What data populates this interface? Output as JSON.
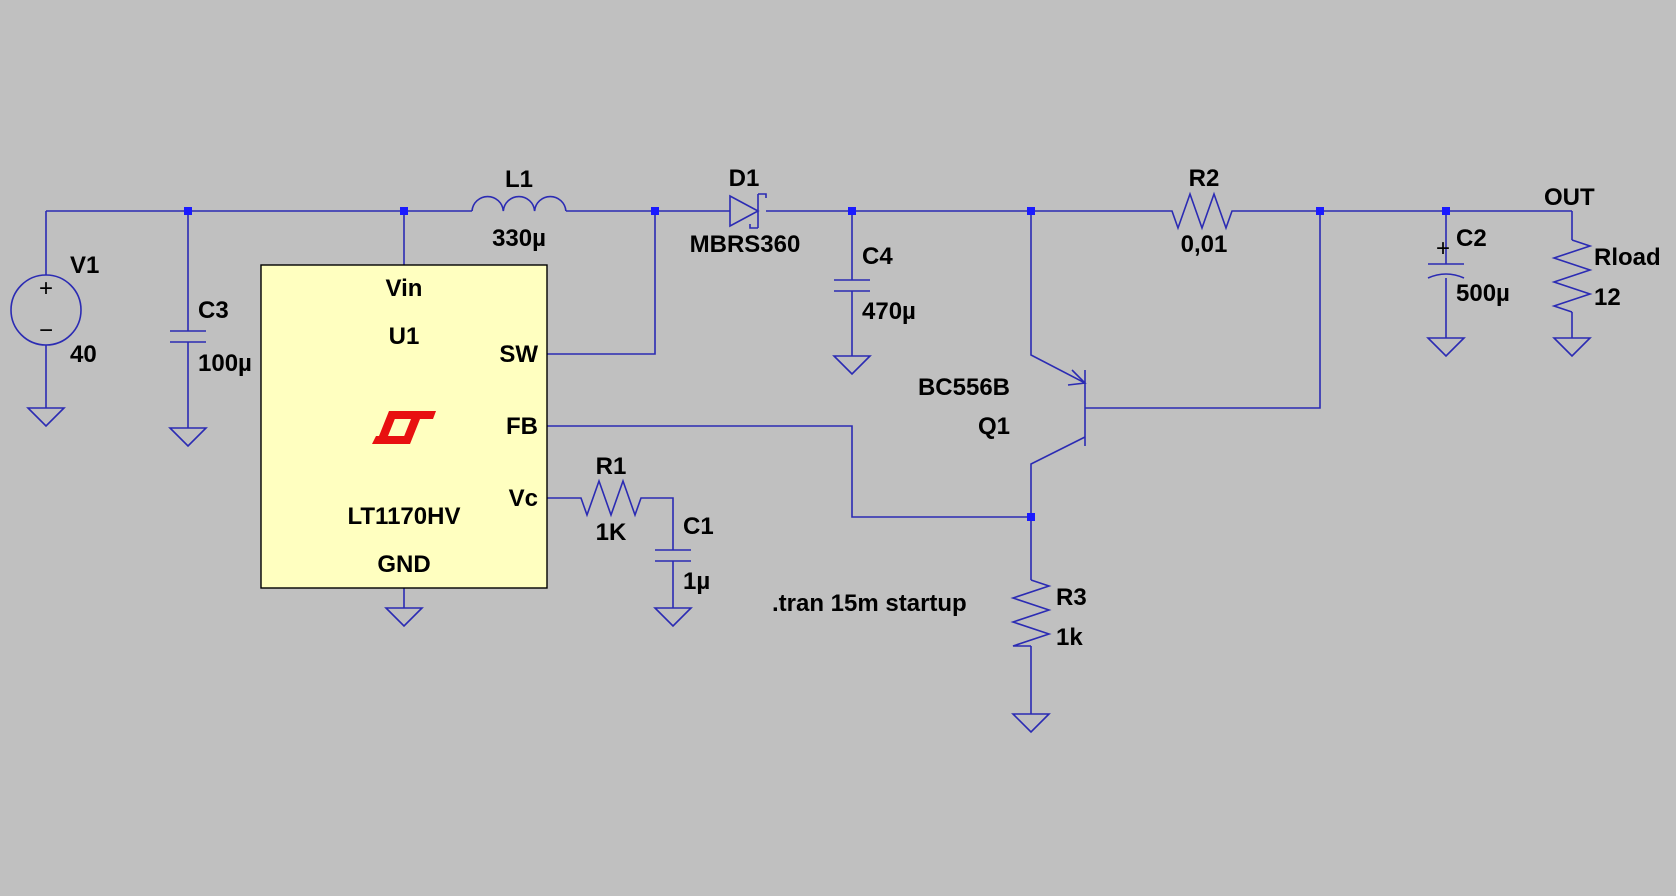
{
  "colors": {
    "background": "#c0c0c0",
    "wire": "#2b2bb3",
    "junction": "#1a1aff",
    "ic_fill": "#ffffc0",
    "logo": "#e81010"
  },
  "components": {
    "V1": {
      "name": "V1",
      "value": "40"
    },
    "C3": {
      "name": "C3",
      "value": "100µ"
    },
    "L1": {
      "name": "L1",
      "value": "330µ"
    },
    "D1": {
      "name": "D1",
      "value": "MBRS360"
    },
    "C4": {
      "name": "C4",
      "value": "470µ"
    },
    "R2": {
      "name": "R2",
      "value": "0,01"
    },
    "C2": {
      "name": "C2",
      "value": "500µ"
    },
    "Rload": {
      "name": "Rload",
      "value": "12"
    },
    "Q1": {
      "name": "Q1",
      "value": "BC556B"
    },
    "R1": {
      "name": "R1",
      "value": "1K"
    },
    "C1": {
      "name": "C1",
      "value": "1µ"
    },
    "R3": {
      "name": "R3",
      "value": "1k"
    }
  },
  "ic": {
    "ref": "U1",
    "part": "LT1170HV",
    "pins": {
      "vin": "Vin",
      "sw": "SW",
      "fb": "FB",
      "vc": "Vc",
      "gnd": "GND"
    }
  },
  "net_label": "OUT",
  "directive": ".tran 15m startup",
  "symbols": {
    "plus": "+",
    "minus": "−"
  }
}
